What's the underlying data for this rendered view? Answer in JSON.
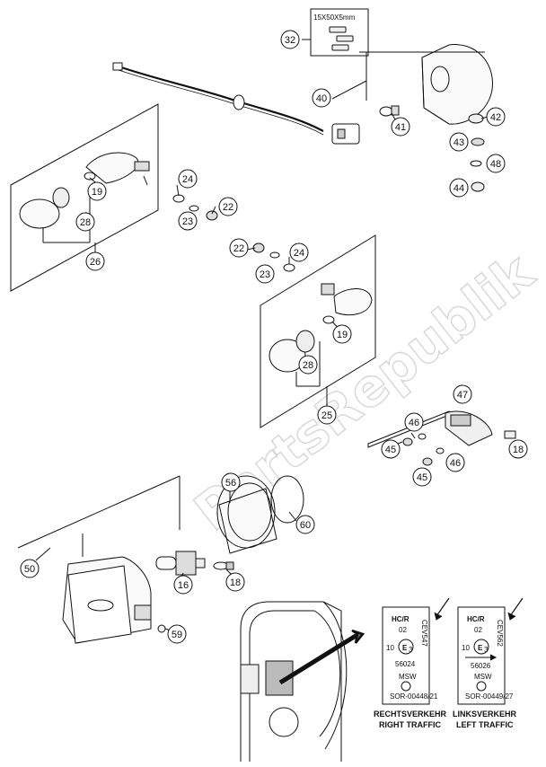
{
  "watermark": "PartsRepublik",
  "spacer_note": "15X50X5mm",
  "callouts": [
    {
      "id": "c32",
      "label": "32"
    },
    {
      "id": "c40",
      "label": "40"
    },
    {
      "id": "c41",
      "label": "41"
    },
    {
      "id": "c42",
      "label": "42"
    },
    {
      "id": "c43",
      "label": "43"
    },
    {
      "id": "c48",
      "label": "48"
    },
    {
      "id": "c44",
      "label": "44"
    },
    {
      "id": "c19a",
      "label": "19"
    },
    {
      "id": "c28a",
      "label": "28"
    },
    {
      "id": "c26",
      "label": "26"
    },
    {
      "id": "c24a",
      "label": "24"
    },
    {
      "id": "c22a",
      "label": "22"
    },
    {
      "id": "c23a",
      "label": "23"
    },
    {
      "id": "c22b",
      "label": "22"
    },
    {
      "id": "c24b",
      "label": "24"
    },
    {
      "id": "c23b",
      "label": "23"
    },
    {
      "id": "c19b",
      "label": "19"
    },
    {
      "id": "c28b",
      "label": "28"
    },
    {
      "id": "c25",
      "label": "25"
    },
    {
      "id": "c47",
      "label": "47"
    },
    {
      "id": "c46a",
      "label": "46"
    },
    {
      "id": "c18a",
      "label": "18"
    },
    {
      "id": "c45a",
      "label": "45"
    },
    {
      "id": "c45b",
      "label": "45"
    },
    {
      "id": "c46b",
      "label": "46"
    },
    {
      "id": "c56",
      "label": "56"
    },
    {
      "id": "c60",
      "label": "60"
    },
    {
      "id": "c50",
      "label": "50"
    },
    {
      "id": "c16",
      "label": "16"
    },
    {
      "id": "c18b",
      "label": "18"
    },
    {
      "id": "c59",
      "label": "59"
    }
  ],
  "labels": [
    {
      "id": "right",
      "hcr": "HC/R",
      "code": "02",
      "side": "CEV547",
      "ten": "10",
      "mark": "E",
      "sub": "3",
      "number": "56024",
      "small1": "MSW",
      "small2": "SOR-00448/21",
      "caption1": "RECHTSVERKEHR",
      "caption2": "RIGHT TRAFFIC"
    },
    {
      "id": "left",
      "hcr": "HC/R",
      "code": "02",
      "side": "CEV562",
      "ten": "10",
      "mark": "E",
      "sub": "3",
      "number": "56026",
      "small1": "MSW",
      "small2": "SOR-00449/27",
      "caption1": "LINKSVERKEHR",
      "caption2": "LEFT TRAFFIC"
    }
  ]
}
